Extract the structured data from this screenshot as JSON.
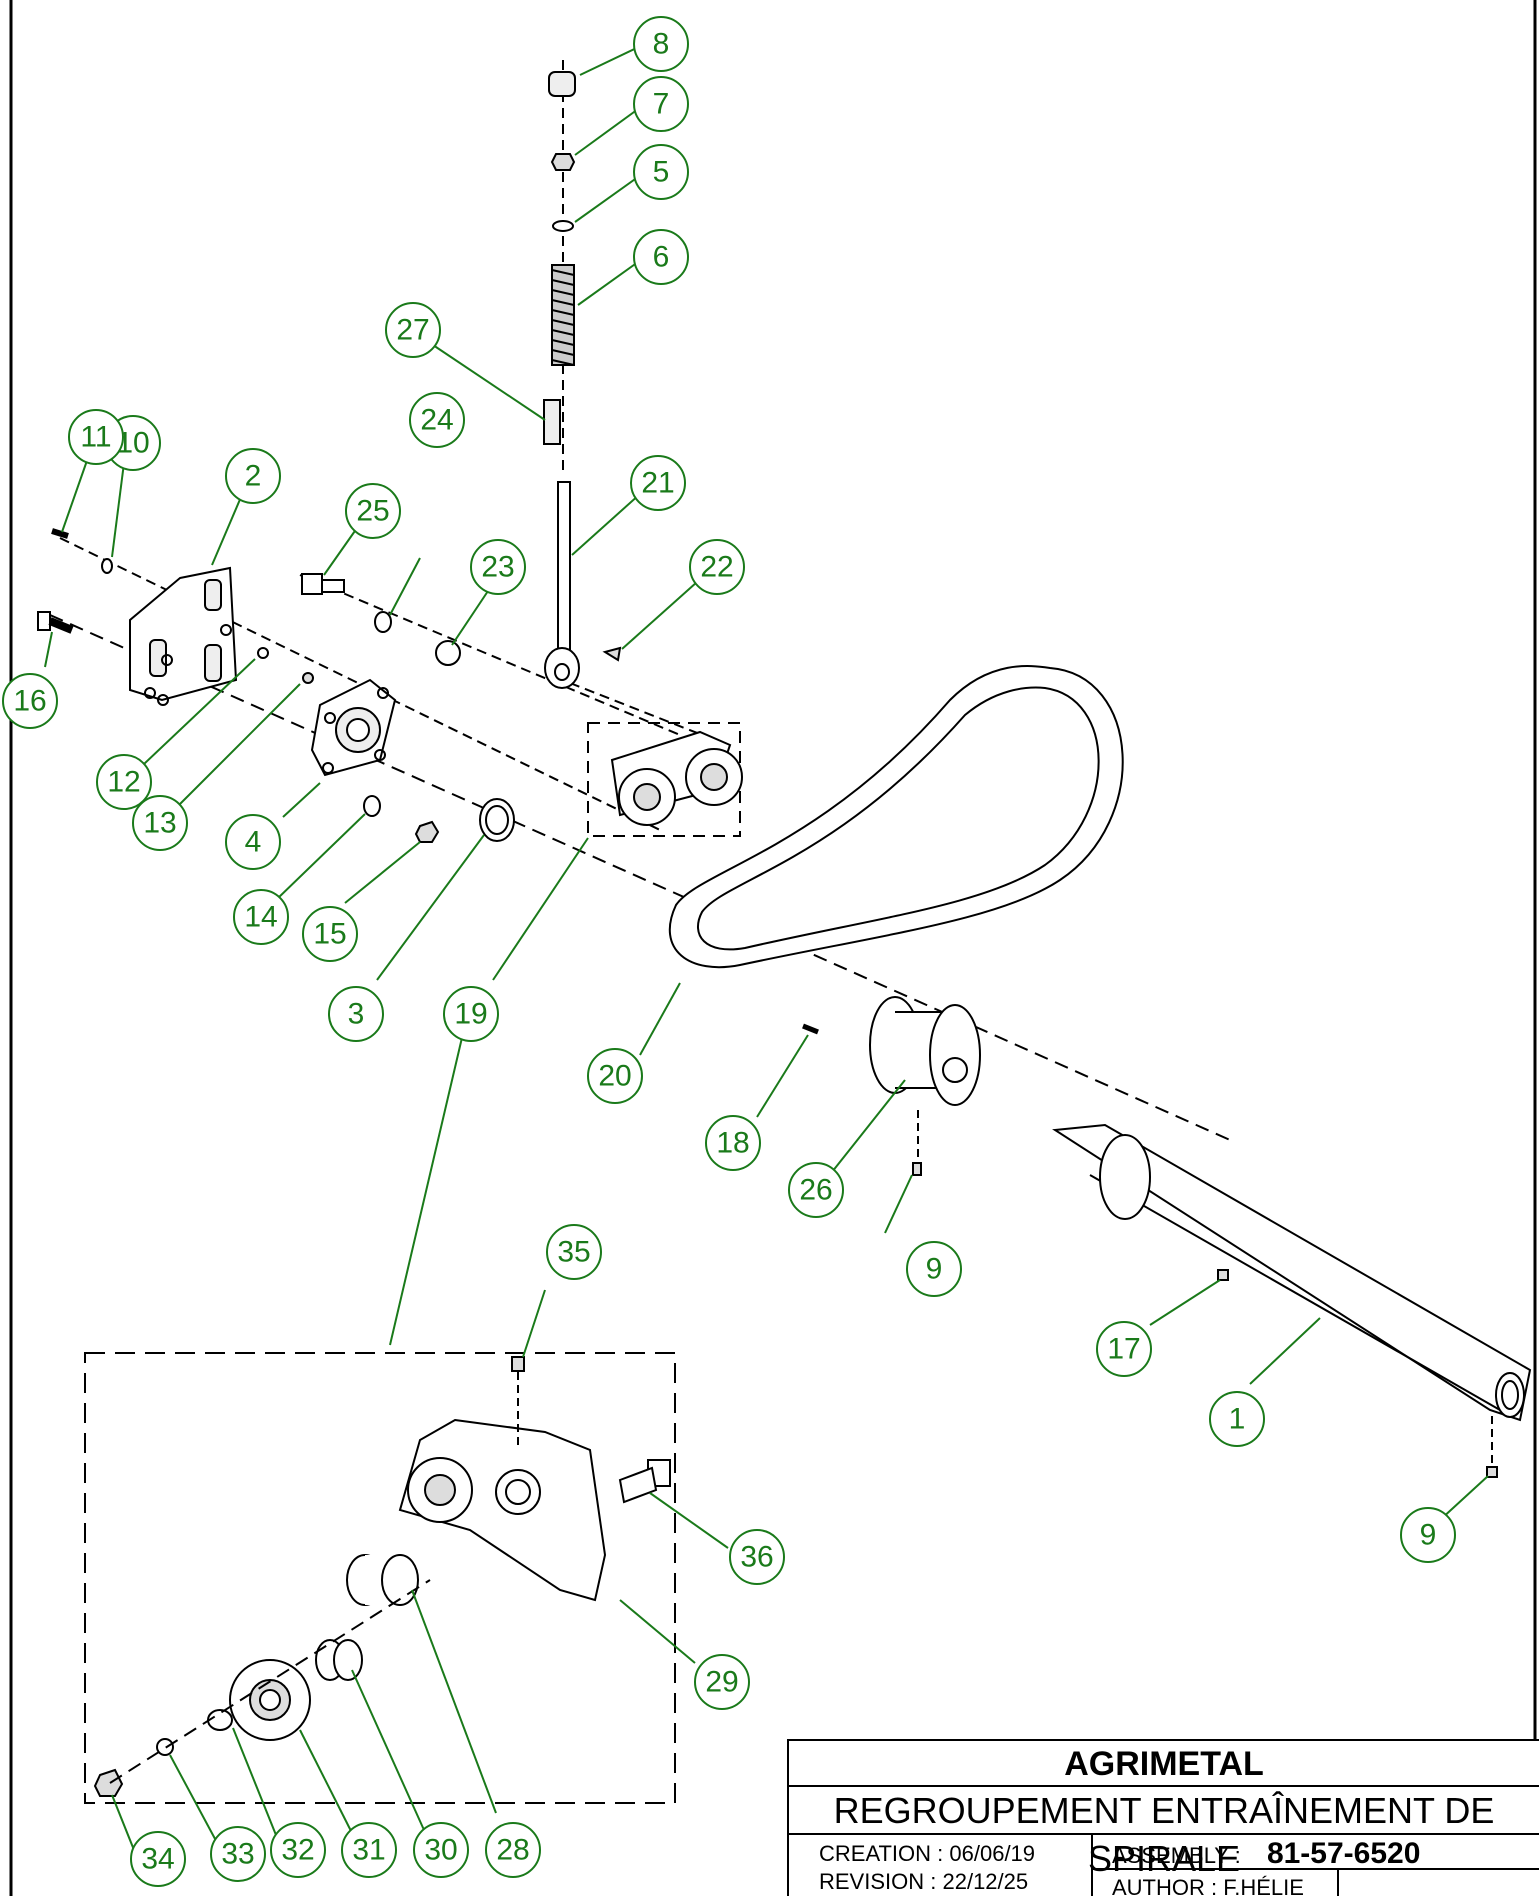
{
  "title_block": {
    "company": "AGRIMETAL",
    "title": "REGROUPEMENT ENTRAÎNEMENT DE SPIRALE",
    "creation_label": "CREATION :",
    "creation_date": "06/06/19",
    "revision_label": "REVISION  :",
    "revision_date": "22/12/25",
    "assembly_label": "ASSEMBLY :",
    "assembly_number": "81-57-6520",
    "author_label": "AUTHOR :",
    "author_name": "F.HÉLIE"
  },
  "callouts": [
    "1",
    "2",
    "3",
    "4",
    "5",
    "6",
    "7",
    "8",
    "9",
    "9",
    "10",
    "11",
    "12",
    "13",
    "14",
    "15",
    "16",
    "17",
    "18",
    "19",
    "20",
    "21",
    "22",
    "23",
    "24",
    "25",
    "26",
    "27",
    "28",
    "29",
    "30",
    "31",
    "32",
    "33",
    "34",
    "35",
    "36"
  ],
  "colors": {
    "callout": "#1a7a1a",
    "line": "#000000"
  }
}
